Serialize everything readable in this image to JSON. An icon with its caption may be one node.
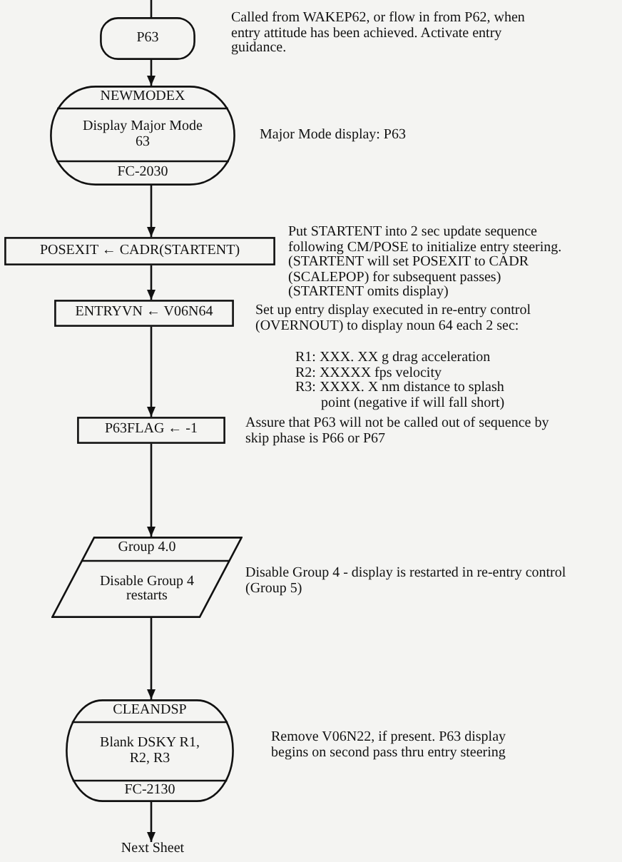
{
  "diagram": {
    "nodes": [
      {
        "text": [
          "P63"
        ],
        "beside": [
          "Called from WAKEP62, or flow in from P62, when entry attitude has been achieved. Activate entry guidance."
        ]
      },
      {
        "text": [
          "NEWMODEX",
          "Display Major Mode 63",
          "FC-2030"
        ],
        "beside": [
          "Major Mode display: P63"
        ]
      },
      {
        "text": [
          "POSEXIT ← CADR(STARTENT)"
        ],
        "beside": [
          "Put STARTENT into 2 sec update sequence following CM/POSE to initialize entry steering. (STARTENT will set POSEXIT to CADR (SCALEPOP) for subsequent passes) (STARTENT omits display)"
        ]
      },
      {
        "text": [
          "ENTRYVN ← V06N64"
        ],
        "beside": [
          "Set up entry display executed in re-entry control (OVERNOUT) to display noun 64 each 2 sec:",
          "R1: XXX. XX g drag acceleration",
          "R2: XXXXX fps velocity",
          "R3: XXXX. X nm distance to splash point (negative if will fall short)"
        ]
      },
      {
        "text": [
          "P63FLAG ← -1"
        ],
        "beside": [
          "Assure that P63 will not be called out of sequence by skip phase is P66 or P67"
        ]
      },
      {
        "text": [
          "Group 4.0",
          "Disable Group 4 restarts"
        ],
        "beside": [
          "Disable Group 4 - display is restarted in re-entry control (Group 5)"
        ]
      },
      {
        "text": [
          "CLEANDSP",
          "Blank DSKY R1, R2, R3",
          "FC-2130"
        ],
        "beside": [
          "Remove V06N22, if present. P63 display begins on second pass thru entry steering"
        ]
      },
      {
        "text": [
          "Next Sheet"
        ]
      }
    ],
    "edges": [
      {
        "from": null,
        "to": 0,
        "arrow": "none"
      },
      {
        "from": 0,
        "to": 1,
        "arrow": "to"
      },
      {
        "from": 1,
        "to": 2,
        "arrow": "to"
      },
      {
        "from": 2,
        "to": 3,
        "arrow": "to"
      },
      {
        "from": 3,
        "to": 4,
        "arrow": "to"
      },
      {
        "from": 4,
        "to": 5,
        "arrow": "to"
      },
      {
        "from": 5,
        "to": 6,
        "arrow": "to"
      },
      {
        "from": 6,
        "to": 7,
        "arrow": "to"
      }
    ]
  }
}
